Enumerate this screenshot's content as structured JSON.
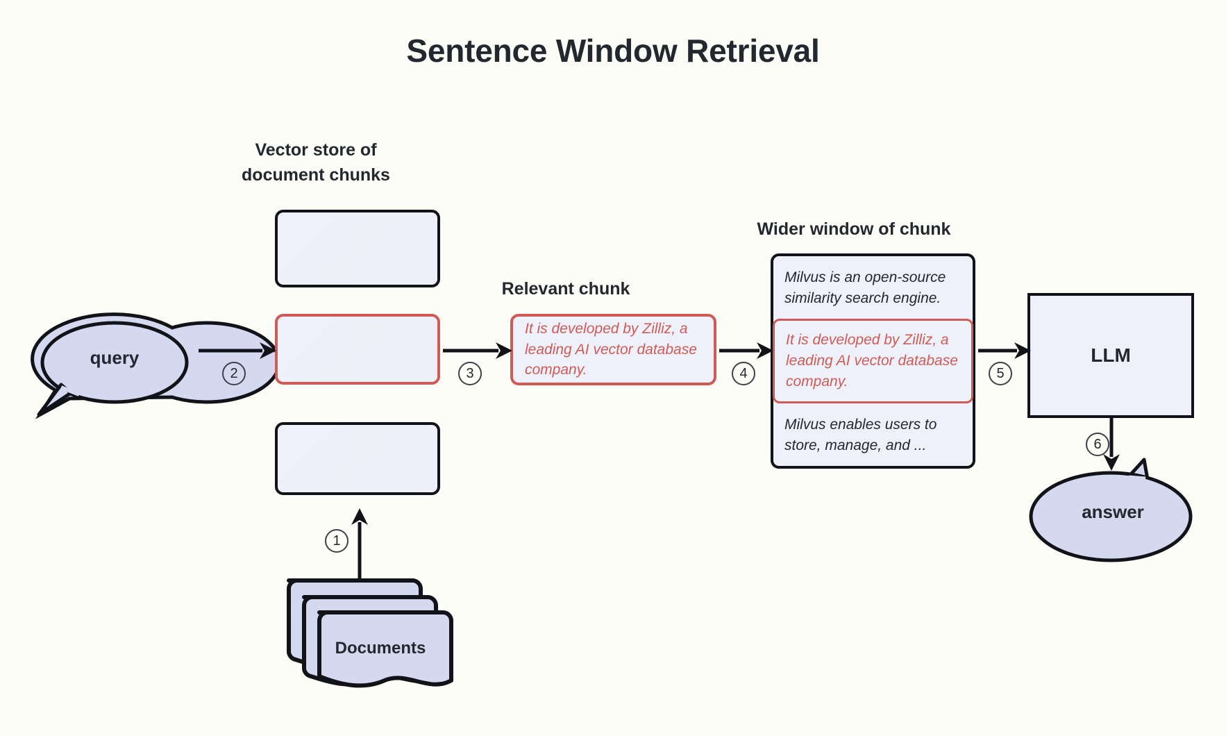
{
  "title": "Sentence Window Retrieval",
  "labels": {
    "vector_store": "Vector store of\ndocument chunks",
    "relevant_chunk": "Relevant chunk",
    "wider_window": "Wider window of chunk"
  },
  "nodes": {
    "query": "query",
    "answer": "answer",
    "documents": "Documents",
    "llm": "LLM"
  },
  "vector_store_chunks": [
    {
      "text": "",
      "highlighted": false
    },
    {
      "text": "",
      "highlighted": true
    },
    {
      "text": "",
      "highlighted": false
    }
  ],
  "relevant_chunk": {
    "text": "It is developed by Zilliz, a leading AI vector database company."
  },
  "wider_window": {
    "segments": [
      {
        "text": "Milvus is an open-source similarity search engine.",
        "highlighted": false
      },
      {
        "text": "It is developed by Zilliz, a leading AI vector database company.",
        "highlighted": true
      },
      {
        "text": "Milvus enables users to store, manage, and ...",
        "highlighted": false
      }
    ]
  },
  "steps": [
    {
      "id": 1,
      "marker": "1",
      "from": "Documents",
      "to": "Vector store of document chunks"
    },
    {
      "id": 2,
      "marker": "2",
      "from": "query",
      "to": "Vector store of document chunks"
    },
    {
      "id": 3,
      "marker": "3",
      "from": "Vector store of document chunks",
      "to": "Relevant chunk"
    },
    {
      "id": 4,
      "marker": "4",
      "from": "Relevant chunk",
      "to": "Wider window of chunk"
    },
    {
      "id": 5,
      "marker": "5",
      "from": "Wider window of chunk",
      "to": "LLM"
    },
    {
      "id": 6,
      "marker": "6",
      "from": "LLM",
      "to": "answer"
    }
  ],
  "colors": {
    "background": "#fdfdf7",
    "stroke": "#111318",
    "highlight": "#cf5b56",
    "box_fill": "#eef1f9",
    "bubble_fill": "#d5d9f0",
    "text": "#23272e"
  }
}
